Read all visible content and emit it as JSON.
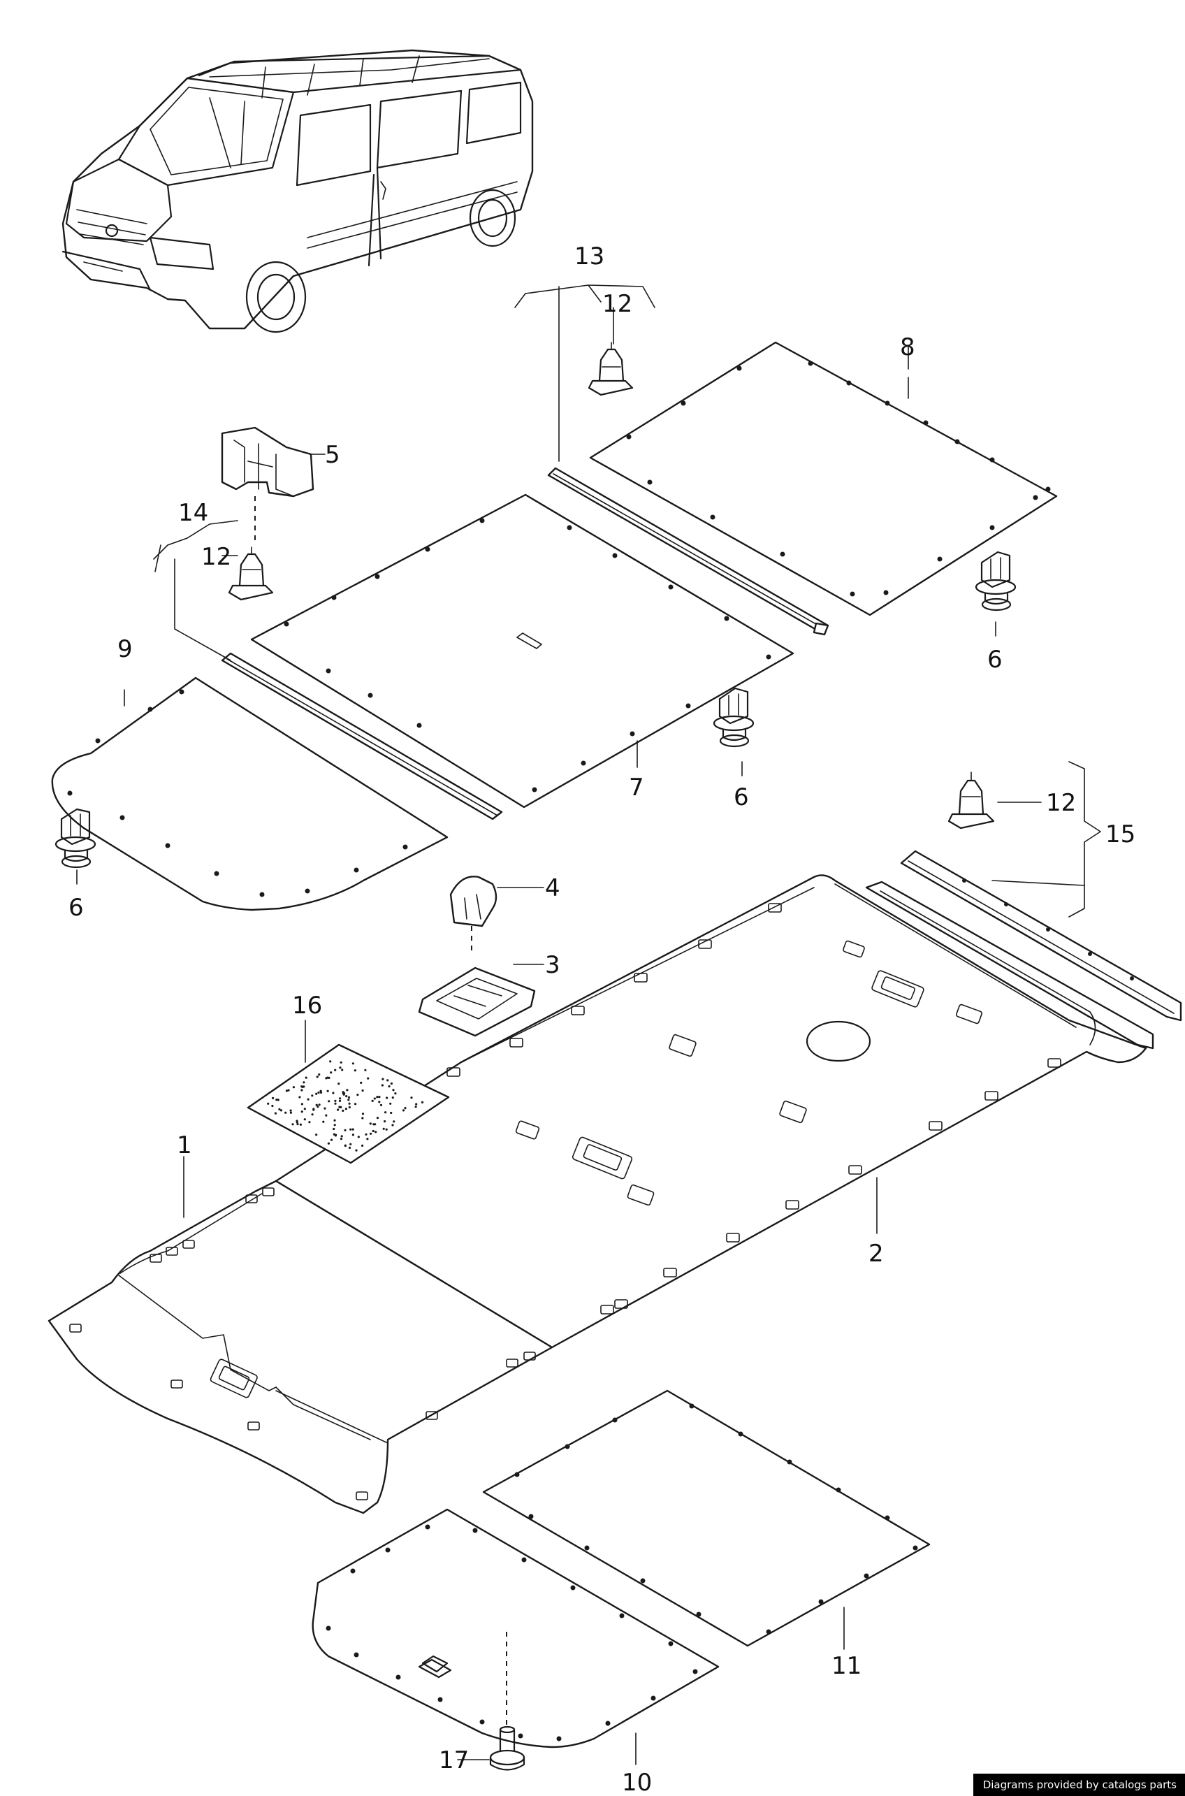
{
  "diagram": {
    "callouts": {
      "c1": "1",
      "c2": "2",
      "c3": "3",
      "c4": "4",
      "c5": "5",
      "c6a": "6",
      "c6b": "6",
      "c6c": "6",
      "c7": "7",
      "c8": "8",
      "c9": "9",
      "c10": "10",
      "c11": "11",
      "c12a": "12",
      "c12b": "12",
      "c12c": "12",
      "c13": "13",
      "c14": "14",
      "c15": "15",
      "c16": "16",
      "c17": "17"
    },
    "line_color": "#1a1a1a"
  },
  "footer": {
    "credit": "Diagrams provided by catalogs parts"
  }
}
